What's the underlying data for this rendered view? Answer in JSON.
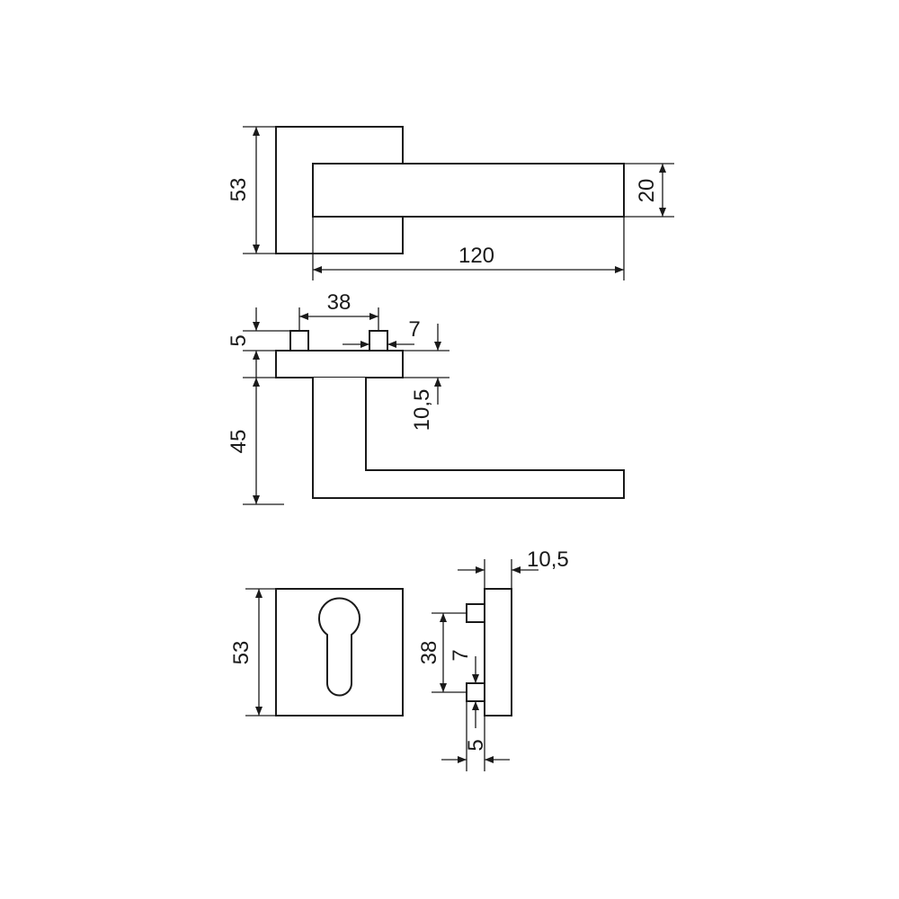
{
  "views": {
    "handle_front": {
      "rose_height": "53",
      "lever_height": "20",
      "lever_length": "120"
    },
    "handle_side": {
      "spigot_spacing": "38",
      "spigot_width": "7",
      "spigot_height": "5",
      "rose_thickness": "10,5",
      "lever_drop": "45"
    },
    "escutcheon_front": {
      "rose_height": "53"
    },
    "escutcheon_side": {
      "rose_thickness": "10,5",
      "spigot_spacing": "38",
      "spigot_width": "7",
      "spigot_height": "5"
    }
  }
}
